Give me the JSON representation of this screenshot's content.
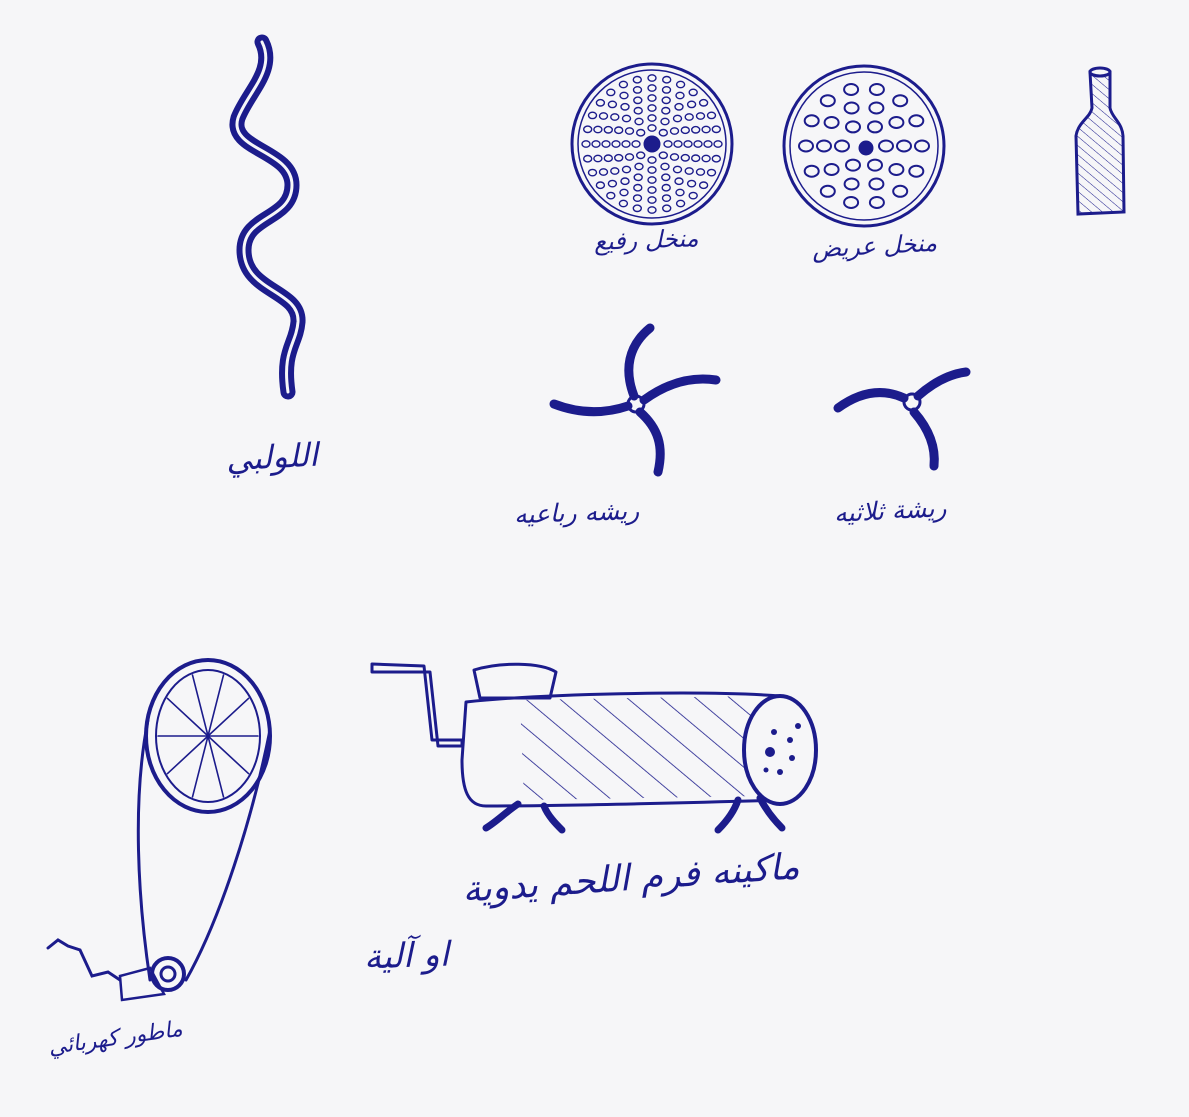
{
  "labels": {
    "spiral": "اللولبي",
    "fine_disc": "منخل رفيع",
    "wide_disc": "منخل عريض",
    "four_blade": "ريشه رباعيه",
    "three_blade": "ريشة ثلاثيه",
    "machine_line1": "ماكينه فرم اللحم يدوية",
    "machine_line2": "او آلية",
    "motor": "ماطور كهربائي"
  },
  "colors": {
    "ink": "#1c1c8c",
    "paper": "#f6f6f8"
  }
}
